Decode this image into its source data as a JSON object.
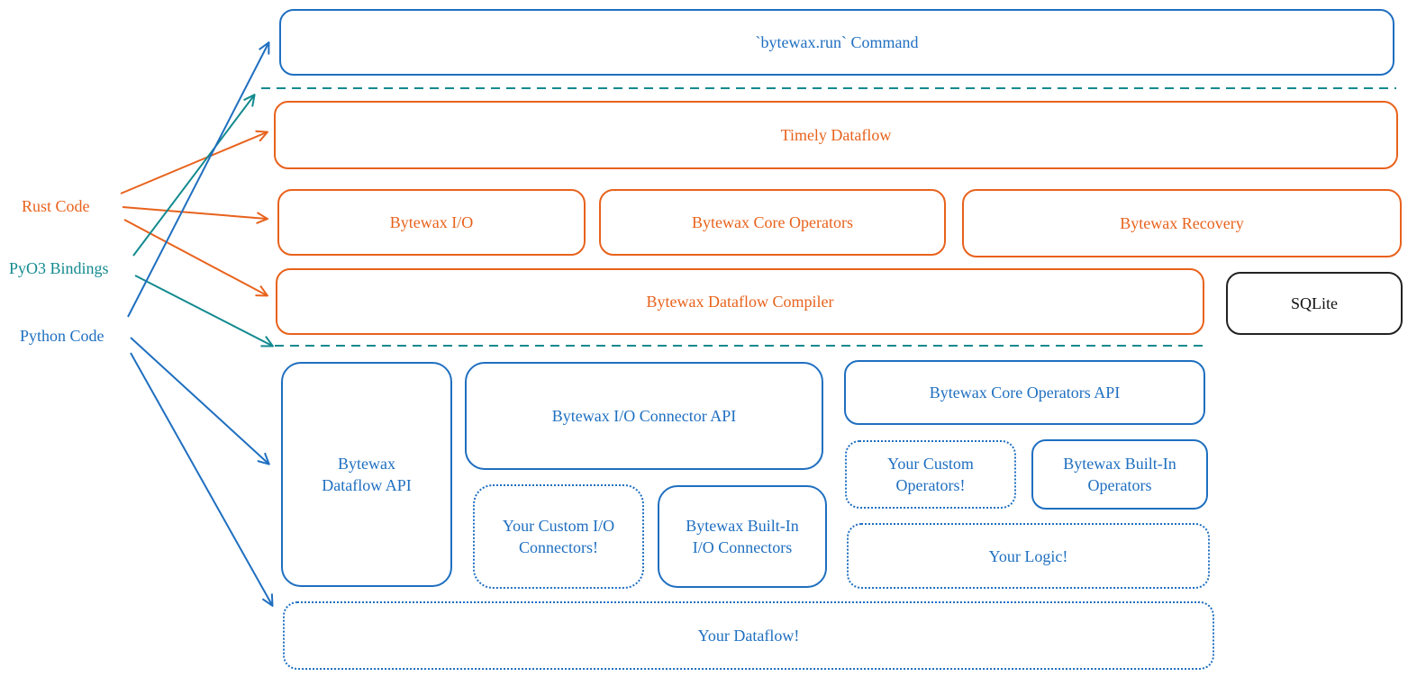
{
  "colors": {
    "blue": "#1f6fc0",
    "orange": "#e8621c",
    "teal": "#138a8f",
    "black": "#222222"
  },
  "legend": {
    "rust": "Rust Code",
    "pyo3": "PyO3 Bindings",
    "python": "Python Code"
  },
  "boxes": {
    "run_command": "`bytewax.run` Command",
    "timely": "Timely Dataflow",
    "io": "Bytewax I/O",
    "core_ops": "Bytewax Core Operators",
    "recovery": "Bytewax Recovery",
    "compiler": "Bytewax Dataflow Compiler",
    "sqlite": "SQLite",
    "dataflow_api": "Bytewax\nDataflow API",
    "io_connector_api": "Bytewax I/O Connector API",
    "core_ops_api": "Bytewax Core Operators API",
    "custom_ops": "Your Custom\nOperators!",
    "builtin_ops": "Bytewax Built-In\nOperators",
    "custom_io": "Your Custom I/O\nConnectors!",
    "builtin_io": "Bytewax Built-In\nI/O Connectors",
    "logic": "Your Logic!",
    "your_dataflow": "Your Dataflow!"
  }
}
